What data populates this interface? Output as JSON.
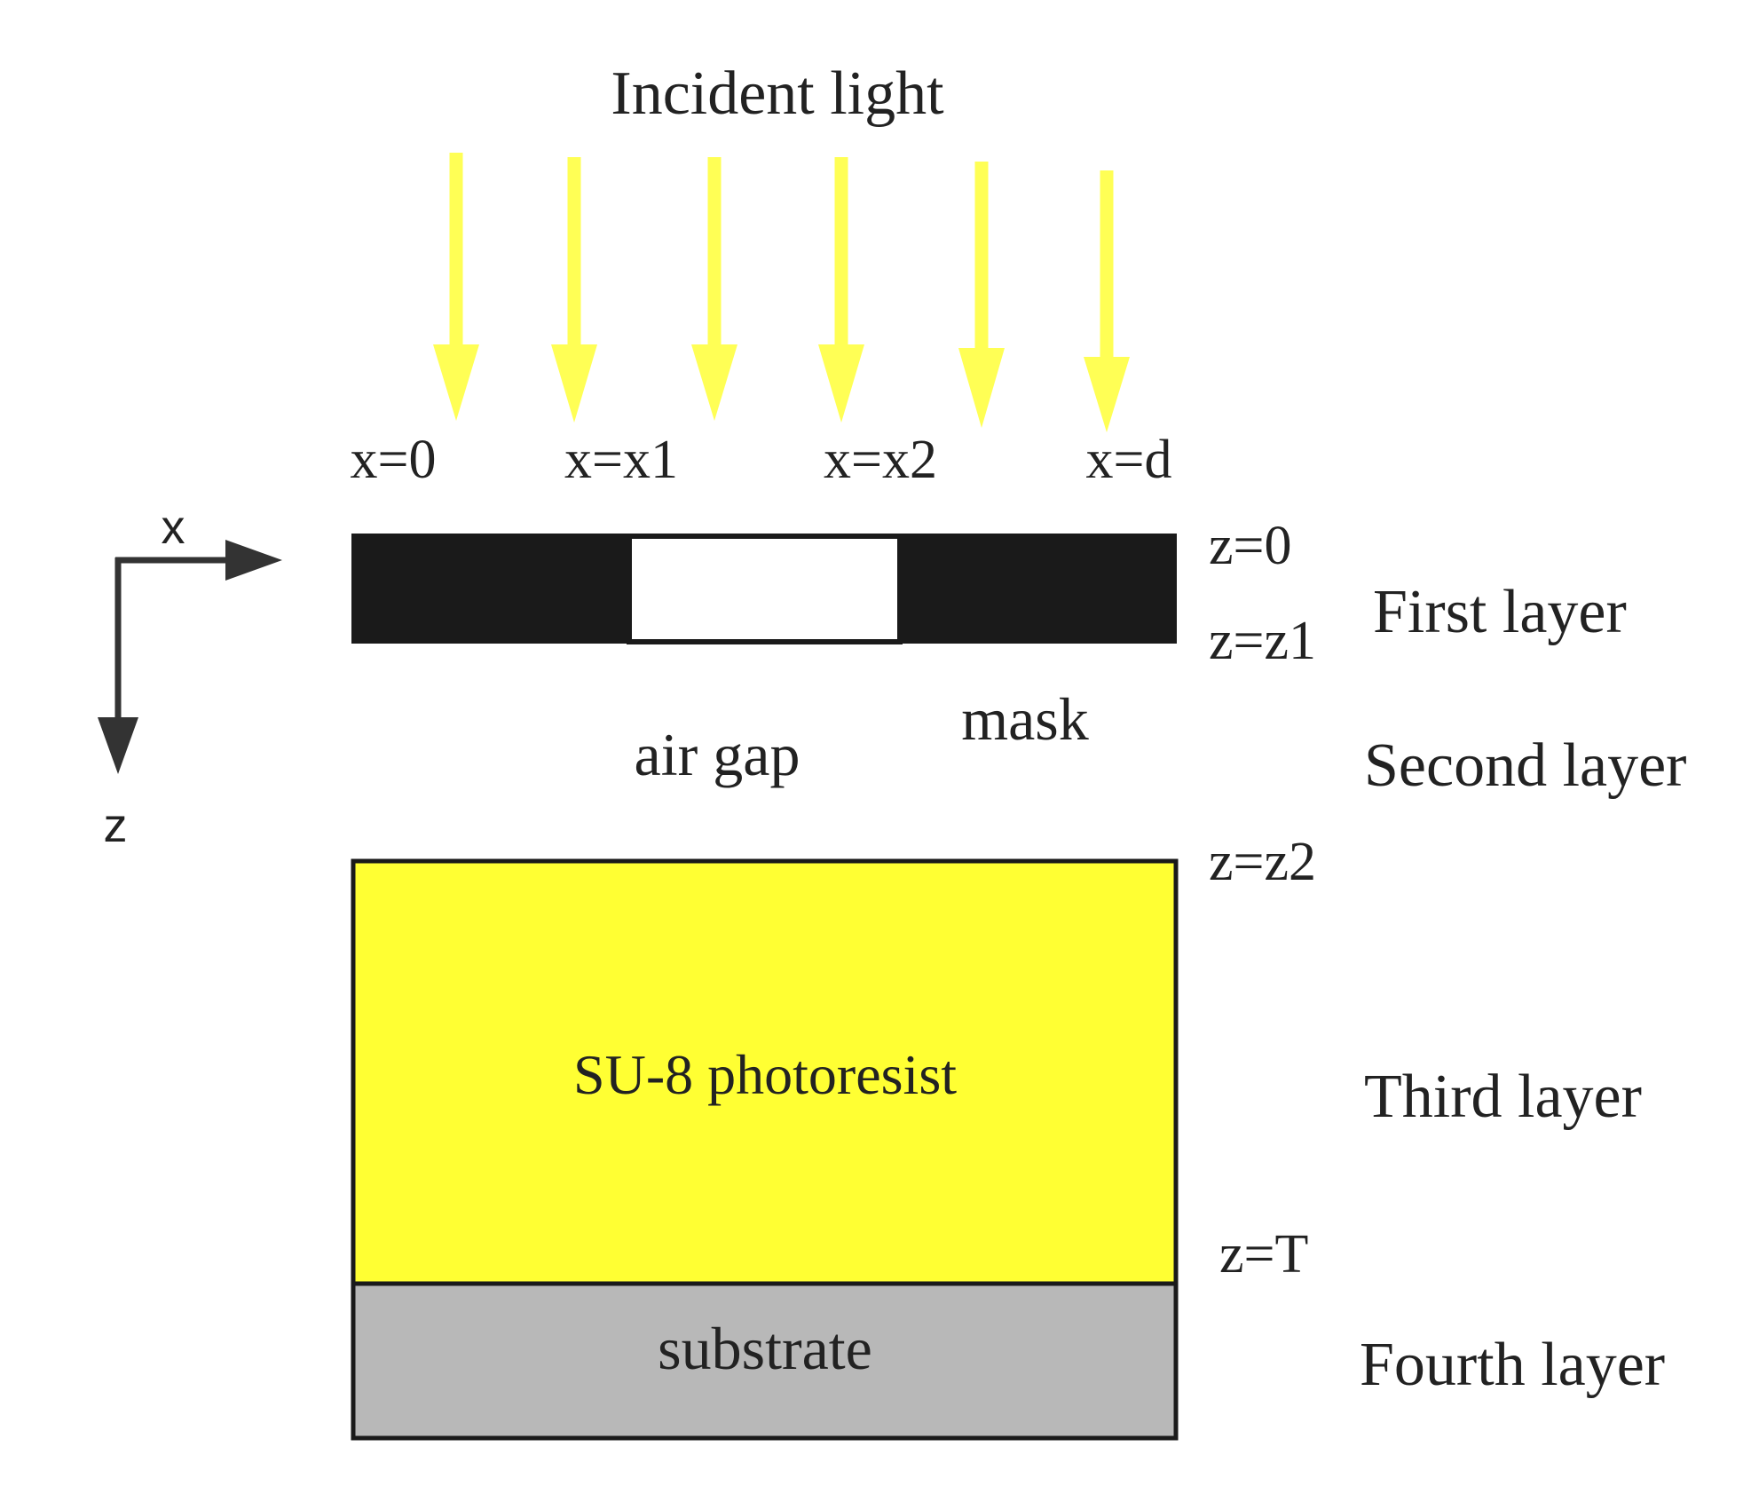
{
  "title": "Incident light",
  "x_positions": [
    "x=0",
    "x=x1",
    "x=x2",
    "x=d"
  ],
  "z_positions": [
    "z=0",
    "z=z1",
    "z=z2",
    "z=T"
  ],
  "layers": [
    "First layer",
    "Second layer",
    "Third layer",
    "Fourth layer"
  ],
  "regions": {
    "air_gap": "air gap",
    "mask": "mask",
    "photoresist": "SU-8 photoresist",
    "substrate": "substrate"
  },
  "axes": {
    "x": "x",
    "z": "z"
  },
  "arrow_count": 6,
  "colors": {
    "light": "#ffff55",
    "mask": "#1a1a1a",
    "photoresist": "#ffff33",
    "substrate": "#b8b8b8"
  }
}
